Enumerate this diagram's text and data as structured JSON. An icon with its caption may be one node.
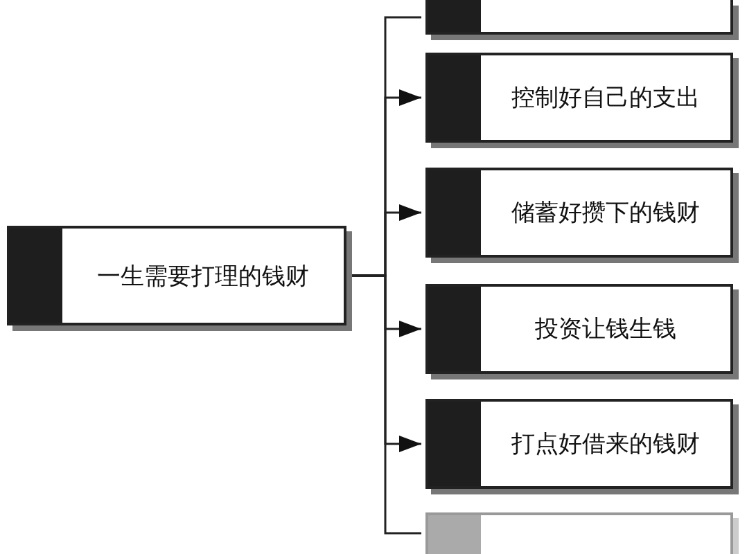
{
  "diagram": {
    "nodes": [
      {
        "text": [
          "一生需要打理的钱财"
        ]
      },
      {
        "text": [],
        "shape": "box"
      },
      {
        "text": [
          "控制好自己的支出"
        ]
      },
      {
        "text": [
          "储蓄好攒下的钱财"
        ]
      },
      {
        "text": [
          "投资让钱生钱"
        ]
      },
      {
        "text": [
          "打点好借来的钱财"
        ]
      },
      {
        "text": [],
        "shape": "box"
      }
    ],
    "edges": [
      {
        "from": 0,
        "to": 1,
        "arrow": "none"
      },
      {
        "from": 0,
        "to": 2,
        "arrow": "to"
      },
      {
        "from": 0,
        "to": 3,
        "arrow": "to"
      },
      {
        "from": 0,
        "to": 4,
        "arrow": "to"
      },
      {
        "from": 0,
        "to": 5,
        "arrow": "to"
      },
      {
        "from": 0,
        "to": 6,
        "arrow": "none"
      }
    ]
  }
}
